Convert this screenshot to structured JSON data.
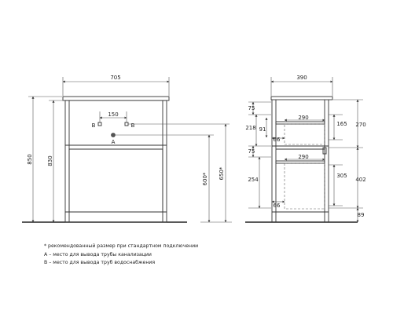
{
  "front": {
    "width_label": "705",
    "height_total_label": "850",
    "height_body_label": "830",
    "pipe_spacing_label": "150",
    "pipe_a_label": "A",
    "pipe_b_left_label": "B",
    "pipe_b_right_label": "B",
    "height_600_label": "600*",
    "height_650_label": "650*"
  },
  "side": {
    "depth_label": "390",
    "left_75_top": "75",
    "left_218": "218",
    "left_91": "91",
    "left_75_mid": "75",
    "left_254": "254",
    "shelf_top_width": "290",
    "shelf_bottom_width": "290",
    "inner_66_top": "66",
    "inner_66_bottom": "66",
    "right_165": "165",
    "right_305": "305",
    "far_270": "270",
    "far_402": "402",
    "far_89": "89"
  },
  "notes": [
    "* рекомендованный размер при стандартном подключении",
    "A – место для вывода трубы канализации",
    "B – место для вывода труб водоснабжения"
  ]
}
